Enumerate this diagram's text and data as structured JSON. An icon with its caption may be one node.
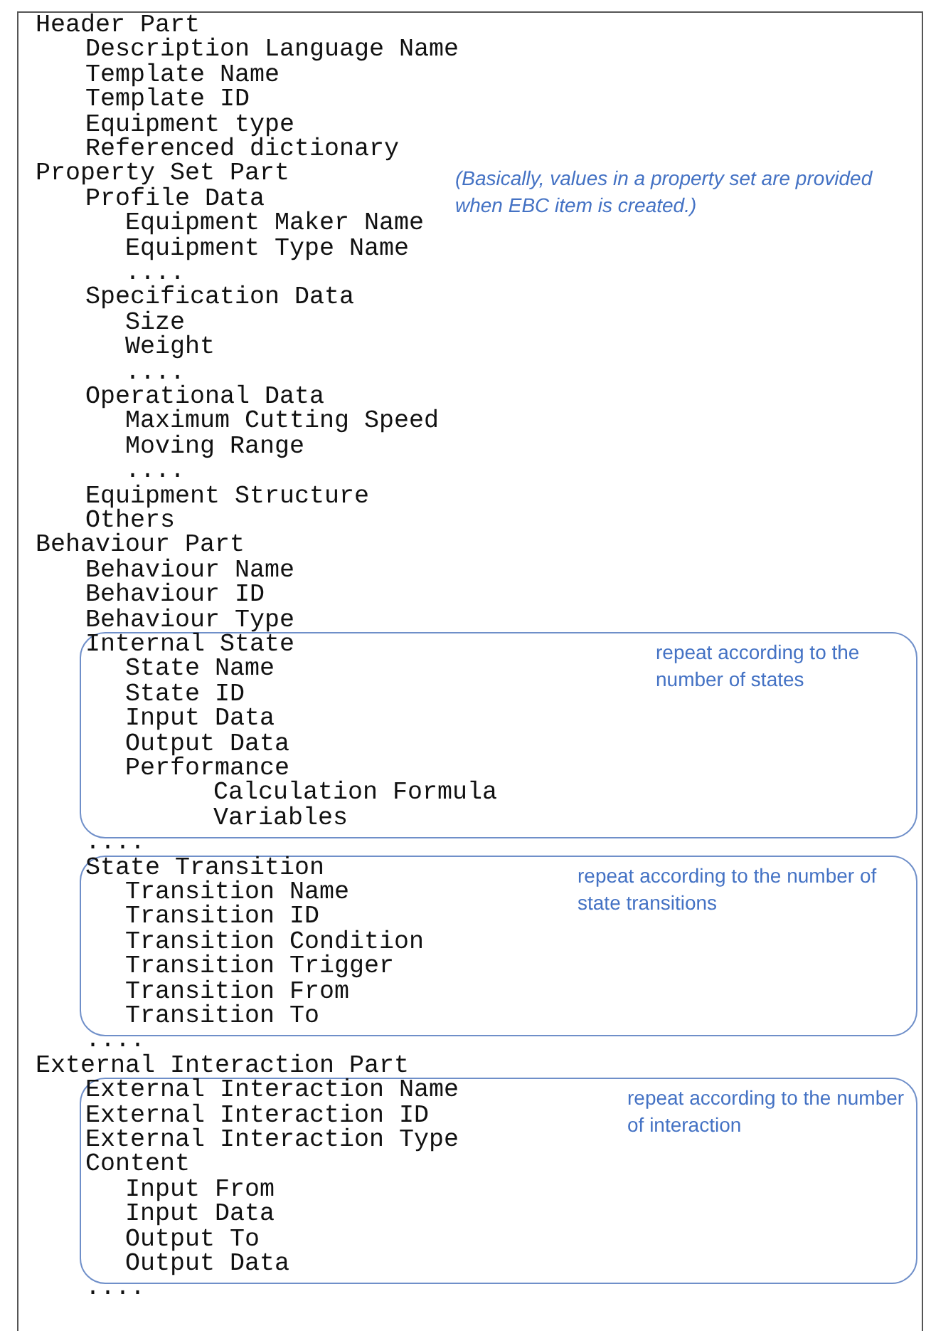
{
  "diagram": {
    "nodes": [
      {
        "text": [
          "Internal State",
          "State Name",
          "State ID",
          "Input Data",
          "Output Data",
          "Performance",
          "Calculation Formula",
          "Variables",
          "repeat according to the number of states"
        ]
      },
      {
        "text": [
          "State Transition",
          "Transition Name",
          "Transition ID",
          "Transition Condition",
          "Transition Trigger",
          "Transition From",
          "Transition To",
          "repeat according to the number of state transitions"
        ]
      },
      {
        "text": [
          "External Interaction Name",
          "External Interaction ID",
          "External Interaction Type",
          "Content",
          "Input From",
          "Input Data",
          "Output To",
          "Output Data",
          "repeat according to the number of interaction"
        ]
      }
    ],
    "edges": [],
    "labels": [
      "Header Part",
      "Description Language Name",
      "Template Name",
      "Template ID",
      "Equipment type",
      "Referenced dictionary",
      "Property Set Part",
      "(Basically, values in a property set are provided when EBC item is created.)",
      "Profile Data",
      "Equipment Maker Name",
      "Equipment Type Name",
      "....",
      "Specification Data",
      "Size",
      "Weight",
      "....",
      "Operational Data",
      "Maximum Cutting Speed",
      "Moving Range",
      "....",
      "Equipment Structure",
      "Others",
      "Behaviour Part",
      "Behaviour Name",
      "Behaviour ID",
      "Behaviour Type",
      "....",
      "....",
      "External Interaction Part",
      "...."
    ]
  }
}
